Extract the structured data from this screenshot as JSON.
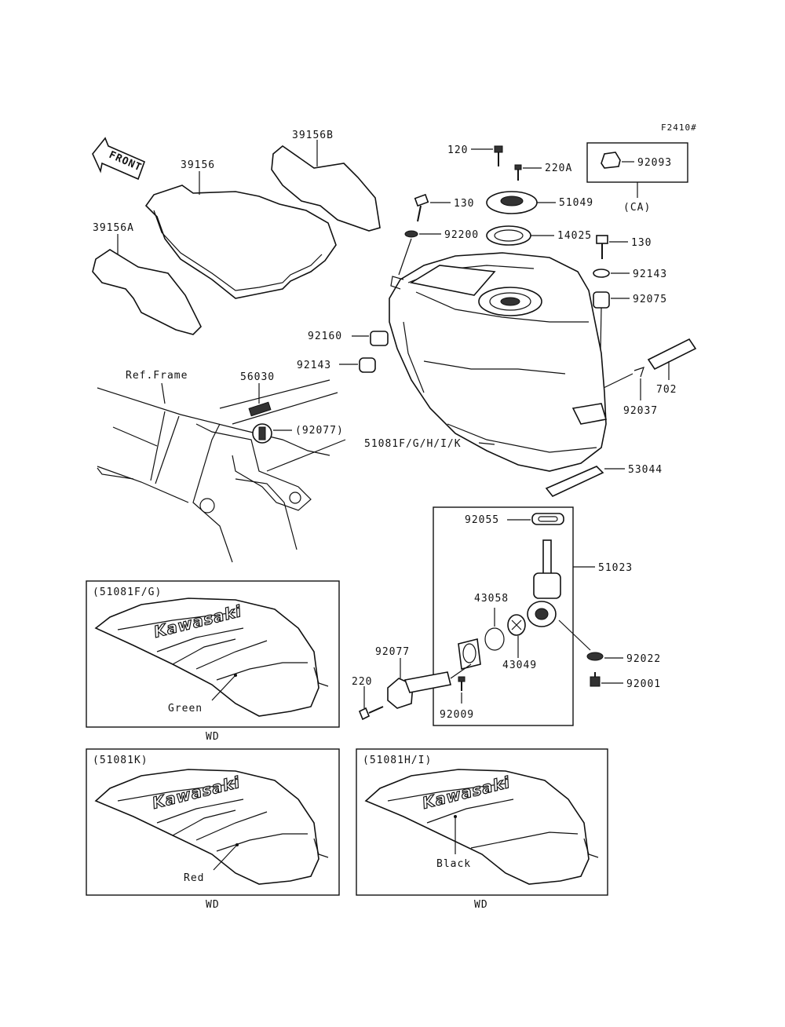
{
  "figure_code": "F2410#",
  "front_label": "FRONT",
  "ref_frame": "Ref.Frame",
  "parts": {
    "p39156": "39156",
    "p39156A": "39156A",
    "p39156B": "39156B",
    "p120": "120",
    "p220A": "220A",
    "p130_top": "130",
    "p130_right": "130",
    "p51049": "51049",
    "p92200": "92200",
    "p14025": "14025",
    "p92093": "92093",
    "ca": "(CA)",
    "p92143_right": "92143",
    "p92075": "92075",
    "p702": "702",
    "p92037": "92037",
    "p92160": "92160",
    "p92143_left": "92143",
    "p56030": "56030",
    "p92077_ref": "(92077)",
    "p51081": "51081F/G/H/I/K",
    "p53044": "53044",
    "p92055": "92055",
    "p51023": "51023",
    "p43058": "43058",
    "p43049": "43049",
    "p92077": "92077",
    "p92022": "92022",
    "p92001": "92001",
    "p220": "220",
    "p92009": "92009"
  },
  "variants": [
    {
      "code": "(51081F/G)",
      "color": "Green",
      "brand": "Kawasaki",
      "note": "WD"
    },
    {
      "code": "(51081K)",
      "color": "Red",
      "brand": "Kawasaki",
      "note": "WD"
    },
    {
      "code": "(51081H/I)",
      "color": "Black",
      "brand": "Kawasaki",
      "note": "WD"
    }
  ]
}
